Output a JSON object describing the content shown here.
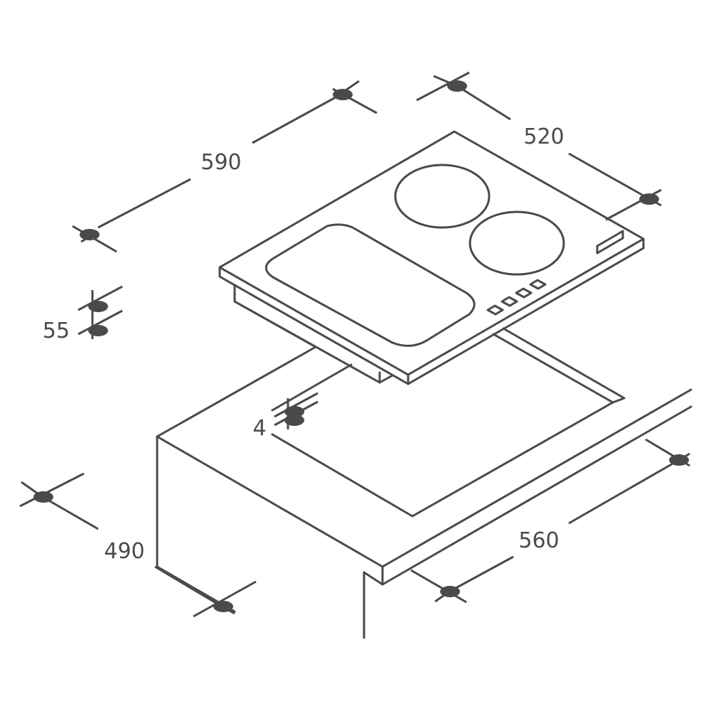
{
  "dimensions": {
    "hob_width": "590",
    "hob_depth": "520",
    "hob_height": "55",
    "gap": "4",
    "cutout_depth": "490",
    "cutout_width": "560"
  },
  "components": {
    "zones": [
      "cooking-zone-large",
      "cooking-zone-small",
      "cooking-zone-rectangular"
    ],
    "controls": [
      "control-key-1",
      "control-key-2",
      "control-key-3",
      "control-key-4"
    ]
  },
  "colors": {
    "line": "#4a4a4a",
    "background": "#ffffff"
  }
}
